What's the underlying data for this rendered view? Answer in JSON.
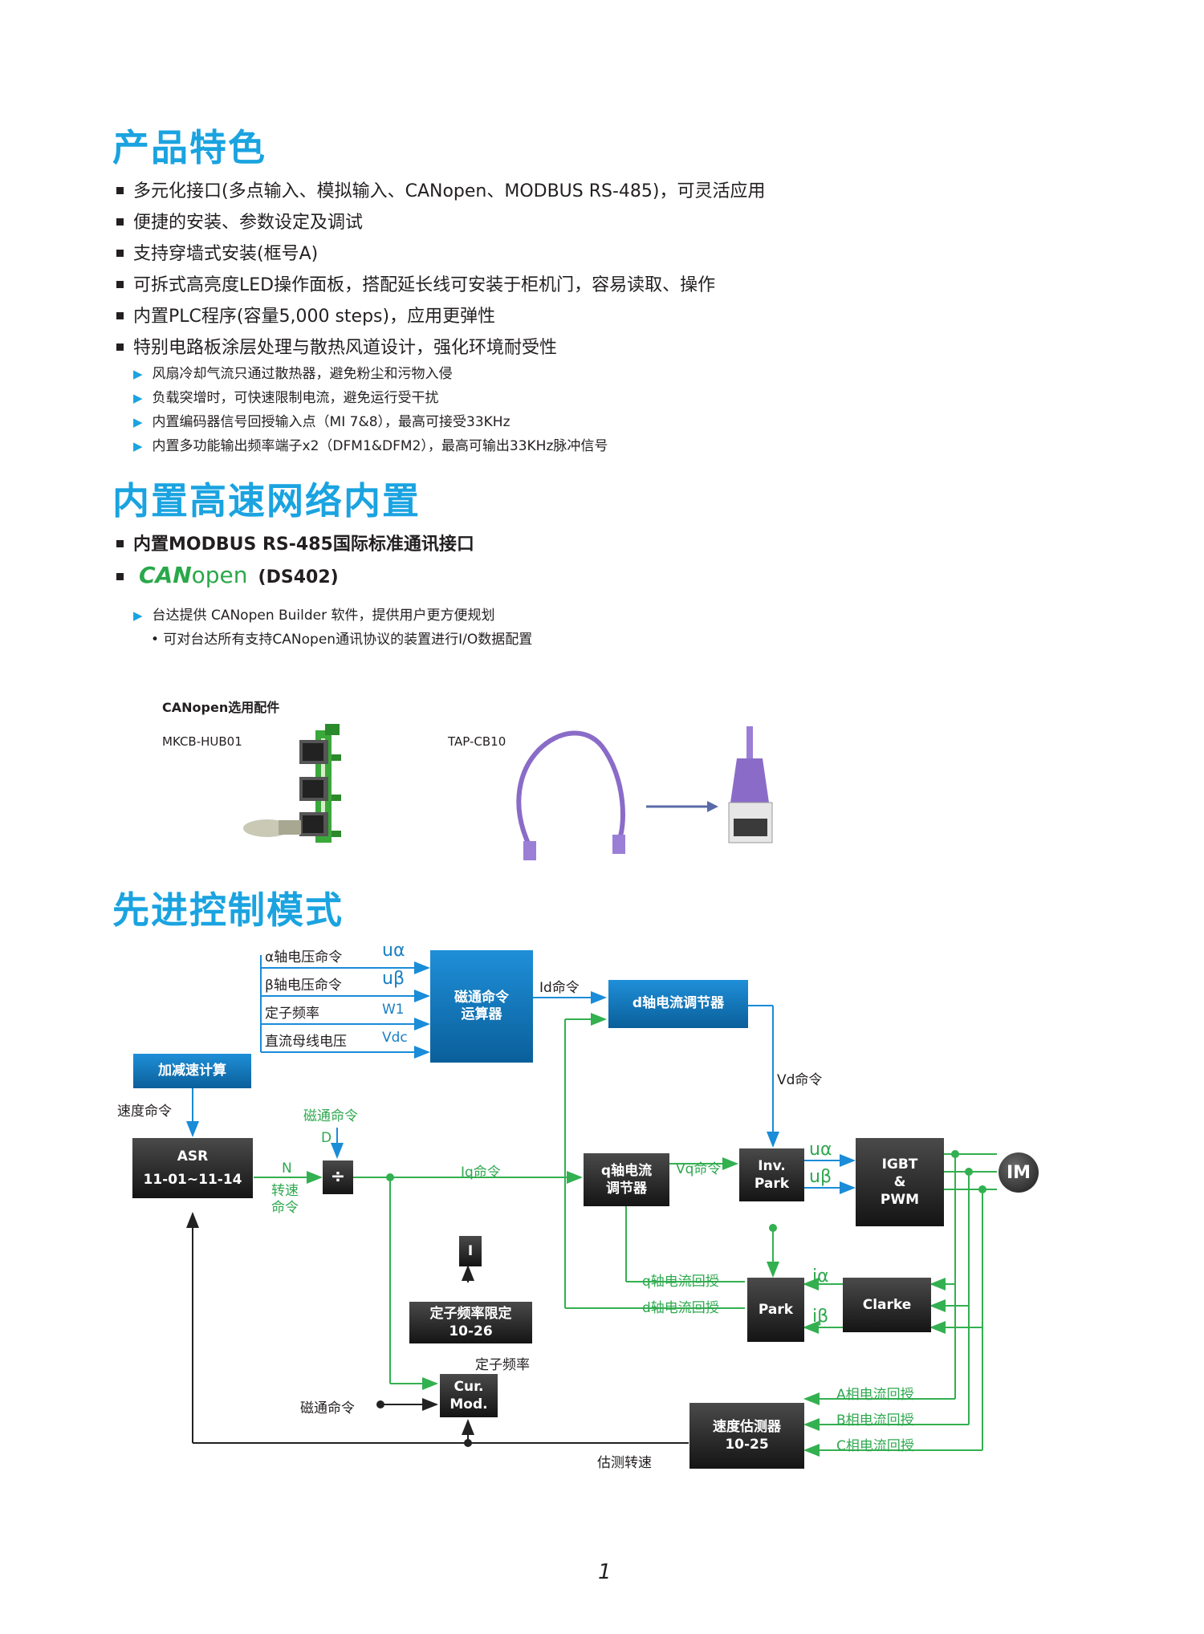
{
  "features": {
    "title": "产品特色",
    "bullets": [
      "多元化接口(多点输入、模拟输入、CANopen、MODBUS RS-485)，可灵活应用",
      "便捷的安装、参数设定及调试",
      "支持穿墙式安装(框号A)",
      "可拆式高亮度LED操作面板，搭配延长线可安装于柜机门，容易读取、操作",
      "内置PLC程序(容量5,000 steps)，应用更弹性",
      "特别电路板涂层处理与散热风道设计，强化环境耐受性"
    ],
    "sub_bullets": [
      "风扇冷却气流只通过散热器，避免粉尘和污物入侵",
      "负载突增时，可快速限制电流，避免运行受干扰",
      "内置编码器信号回授输入点（MI 7&8），最高可接受33KHz",
      "内置多功能输出频率端子x2（DFM1&DFM2），最高可输出33KHz脉冲信号"
    ]
  },
  "network": {
    "title": "内置高速网络内置",
    "bullet1": "内置MODBUS RS-485国际标准通讯接口",
    "canopen_logo_can": "CAN",
    "canopen_logo_open": "open",
    "canopen_ds": "(DS402)",
    "sub1": "台达提供 CANopen Builder 软件，提供用户更方便规划",
    "sub2": "• 可对台达所有支持CANopen通讯协议的装置进行I/O数据配置",
    "accessories_title": "CANopen选用配件",
    "hub_model": "MKCB-HUB01",
    "cable_model": "TAP-CB10"
  },
  "control": {
    "title": "先进控制模式",
    "inputs": [
      {
        "label": "α轴电压命令",
        "sym": "uα"
      },
      {
        "label": "β轴电压命令",
        "sym": "uβ"
      },
      {
        "label": "定子频率",
        "sym": "W1"
      },
      {
        "label": "直流母线电压",
        "sym": "Vdc"
      }
    ],
    "flux_calc": "磁通命令\n运算器",
    "id_cmd": "Id命令",
    "d_reg": "d轴电流调节器",
    "vd_cmd": "Vd命令",
    "accel_calc": "加减速计算",
    "speed_cmd": "速度命令",
    "asr_title": "ASR",
    "asr_param": "11-01~11-14",
    "n_label": "N",
    "speed_label": "转速\n命令",
    "flux_cmd_top": "磁通命令",
    "d_label": "D",
    "divide": "÷",
    "iq_cmd": "Iq命令",
    "q_reg": "q轴电流\n调节器",
    "vq_cmd": "Vq命令",
    "inv_park": "Inv.\nPark",
    "u_alpha": "uα",
    "u_beta": "uβ",
    "igbt": "IGBT\n&\nPWM",
    "motor": "IM",
    "q_fb": "q轴电流回授",
    "d_fb": "d轴电流回授",
    "i_alpha": "iα",
    "i_beta": "iβ",
    "park": "Park",
    "clarke": "Clarke",
    "i_block": "I",
    "stator_limit": "定子频率限定\n10-26",
    "stator_freq": "定子频率",
    "cur_mod": "Cur.\nMod.",
    "flux_cmd_bottom": "磁通命令",
    "speed_est": "速度估测器\n10-25",
    "est_speed": "估测转速",
    "fb_a": "A相电流回授",
    "fb_b": "B相电流回授",
    "fb_c": "C相电流回授"
  },
  "page_number": "1"
}
